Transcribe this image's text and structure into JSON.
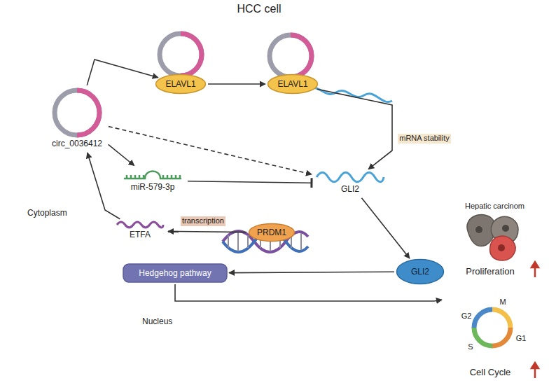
{
  "diagram": {
    "title": "HCC cell",
    "nodes": [
      {
        "text": [
          "Cytoplasm"
        ]
      },
      {
        "text": [
          "Nucleus"
        ],
        "in": 0
      },
      {
        "text": [
          "circ_0036412"
        ],
        "in": 0
      },
      {
        "text": [
          "ELAVL1"
        ],
        "in": 0
      },
      {
        "text": [
          "ELAVL1"
        ],
        "in": 0
      },
      {
        "text": [
          "miR-579-3p"
        ],
        "in": 0
      },
      {
        "text": [
          "GLI2"
        ],
        "in": 0
      },
      {
        "text": [
          "GLI2"
        ],
        "in": 0
      },
      {
        "text": [
          "Hedgehog pathway"
        ],
        "in": 1
      },
      {
        "text": [
          "PRDM1"
        ],
        "in": 1
      },
      {
        "text": [
          "ETFA"
        ],
        "in": 1
      },
      {
        "text": [
          "Hepatic carcinom"
        ]
      }
    ],
    "edges": [
      {
        "from": 2,
        "to": 3,
        "arrow": "to"
      },
      {
        "from": 3,
        "to": 4,
        "arrow": "to"
      },
      {
        "from": 4,
        "to": 6,
        "label": "mRNA stability",
        "arrow": "to"
      },
      {
        "from": 2,
        "to": 5,
        "arrow": "to"
      },
      {
        "from": 5,
        "to": 6,
        "arrow": "to"
      },
      {
        "from": 2,
        "to": 6,
        "arrow": "to"
      },
      {
        "from": 6,
        "to": 7,
        "arrow": "to"
      },
      {
        "from": 7,
        "to": 8,
        "arrow": "to"
      },
      {
        "from": 8,
        "to": 11,
        "arrow": "to"
      },
      {
        "from": 9,
        "to": 10,
        "label": "transcription",
        "arrow": "to"
      },
      {
        "from": 10,
        "to": 2,
        "arrow": "to"
      }
    ],
    "labels": [
      "Proliferation",
      "Cell Cycle",
      "G2",
      "M",
      "G1",
      "S"
    ]
  }
}
